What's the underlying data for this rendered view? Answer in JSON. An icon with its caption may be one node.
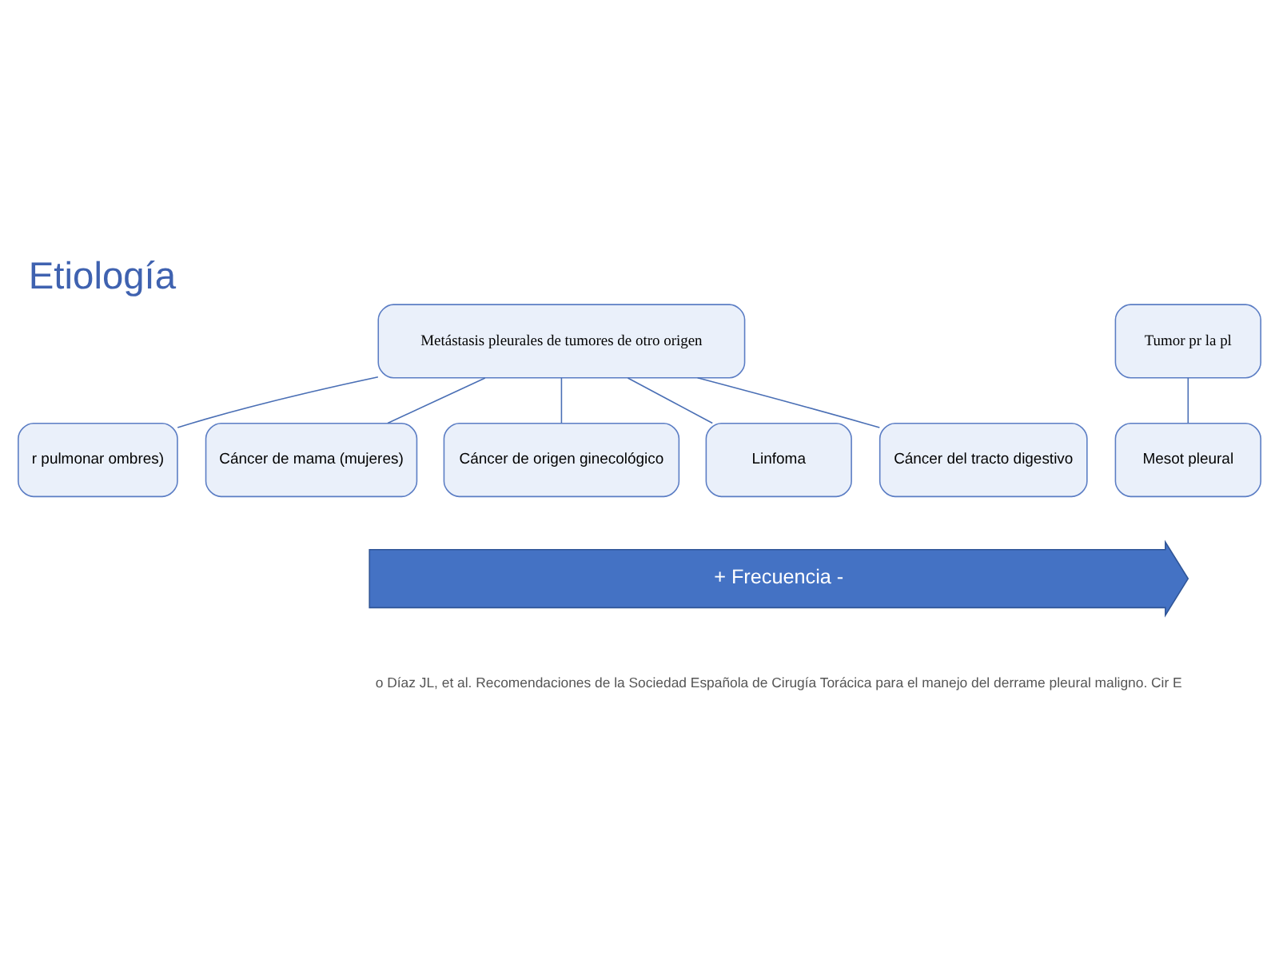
{
  "diagram": {
    "title": "Etiología",
    "caption": "o Díaz JL, et al. Recomendaciones de la Sociedad Española de Cirugía Torácica para el manejo del derrame pleural maligno. Cir E",
    "nodes": [
      {
        "text": [
          "Metástasis pleurales de tumores de otro origen"
        ]
      },
      {
        "text": [
          "Tumor pr la pl"
        ]
      },
      {
        "text": [
          "r pulmonar ombres)"
        ]
      },
      {
        "text": [
          "Cáncer de mama (mujeres)"
        ]
      },
      {
        "text": [
          "Cáncer de origen ginecológico"
        ]
      },
      {
        "text": [
          "Linfoma"
        ]
      },
      {
        "text": [
          "Cáncer del tracto digestivo"
        ]
      },
      {
        "text": [
          "Mesot pleural"
        ]
      },
      {
        "text": [
          "+ Frecuencia -"
        ]
      }
    ],
    "edges": [
      {
        "from": 0,
        "to": 2,
        "arrow": "none"
      },
      {
        "from": 0,
        "to": 3,
        "arrow": "none"
      },
      {
        "from": 0,
        "to": 4,
        "arrow": "none"
      },
      {
        "from": 0,
        "to": 5,
        "arrow": "none"
      },
      {
        "from": 0,
        "to": 6,
        "arrow": "none"
      },
      {
        "from": 1,
        "to": 7,
        "arrow": "none"
      }
    ]
  }
}
